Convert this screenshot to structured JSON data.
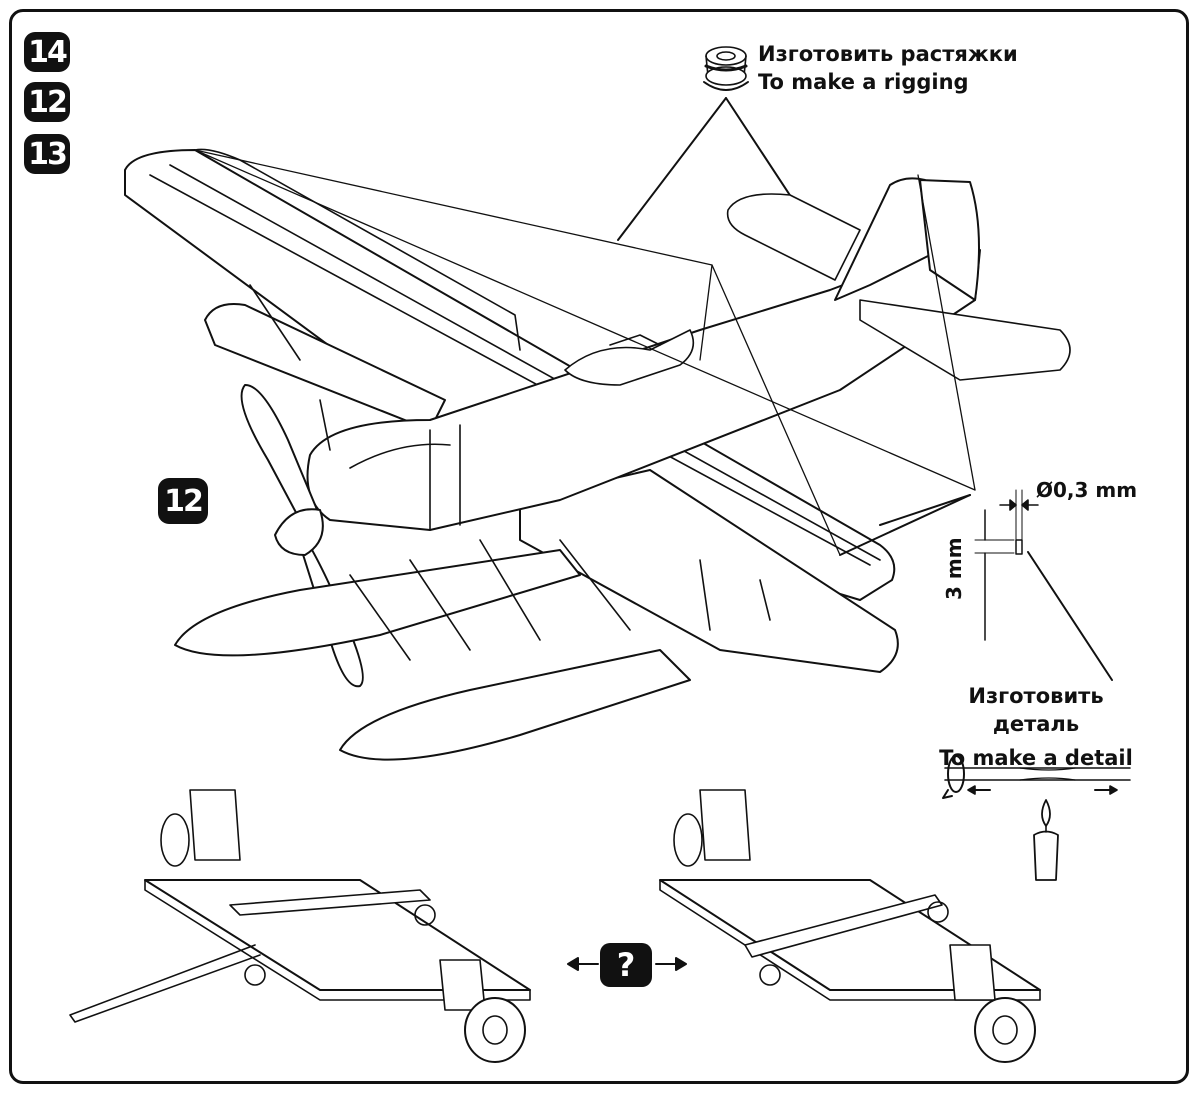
{
  "step_badges": [
    "14",
    "12",
    "13"
  ],
  "inline_badge": "12",
  "rigging": {
    "ru": "Изготовить растяжки",
    "en": "To make a rigging"
  },
  "detail": {
    "ru": "Изготовить деталь",
    "en": "To make a detail"
  },
  "dimensions": {
    "diameter": "Ø0,3 mm",
    "length": "3 mm"
  },
  "alternative_symbol": "?",
  "colors": {
    "ink": "#111111",
    "paper": "#ffffff"
  },
  "icons": [
    "thread-spool-icon",
    "rotate-arrow-icon",
    "candle-flame-icon",
    "question-icon"
  ]
}
